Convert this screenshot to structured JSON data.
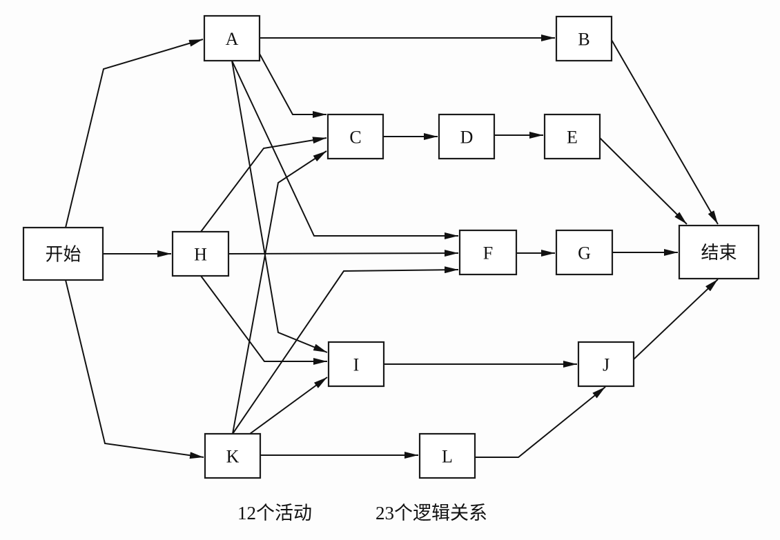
{
  "diagram": {
    "type": "activity-network",
    "nodes": [
      {
        "id": "start",
        "label": "开始"
      },
      {
        "id": "A",
        "label": "A"
      },
      {
        "id": "B",
        "label": "B"
      },
      {
        "id": "C",
        "label": "C"
      },
      {
        "id": "D",
        "label": "D"
      },
      {
        "id": "E",
        "label": "E"
      },
      {
        "id": "F",
        "label": "F"
      },
      {
        "id": "G",
        "label": "G"
      },
      {
        "id": "H",
        "label": "H"
      },
      {
        "id": "I",
        "label": "I"
      },
      {
        "id": "J",
        "label": "J"
      },
      {
        "id": "K",
        "label": "K"
      },
      {
        "id": "L",
        "label": "L"
      },
      {
        "id": "end",
        "label": "结束"
      }
    ],
    "edges": [
      {
        "from": "start",
        "to": "A"
      },
      {
        "from": "start",
        "to": "H"
      },
      {
        "from": "start",
        "to": "K"
      },
      {
        "from": "A",
        "to": "B"
      },
      {
        "from": "A",
        "to": "C"
      },
      {
        "from": "A",
        "to": "F"
      },
      {
        "from": "A",
        "to": "I"
      },
      {
        "from": "H",
        "to": "C"
      },
      {
        "from": "H",
        "to": "F"
      },
      {
        "from": "H",
        "to": "I"
      },
      {
        "from": "K",
        "to": "C"
      },
      {
        "from": "K",
        "to": "F"
      },
      {
        "from": "K",
        "to": "I"
      },
      {
        "from": "K",
        "to": "L"
      },
      {
        "from": "C",
        "to": "D"
      },
      {
        "from": "D",
        "to": "E"
      },
      {
        "from": "F",
        "to": "G"
      },
      {
        "from": "I",
        "to": "J"
      },
      {
        "from": "L",
        "to": "J"
      },
      {
        "from": "B",
        "to": "end"
      },
      {
        "from": "E",
        "to": "end"
      },
      {
        "from": "G",
        "to": "end"
      },
      {
        "from": "J",
        "to": "end"
      }
    ]
  },
  "caption": {
    "activities": "12个活动",
    "relations": "23个逻辑关系"
  }
}
